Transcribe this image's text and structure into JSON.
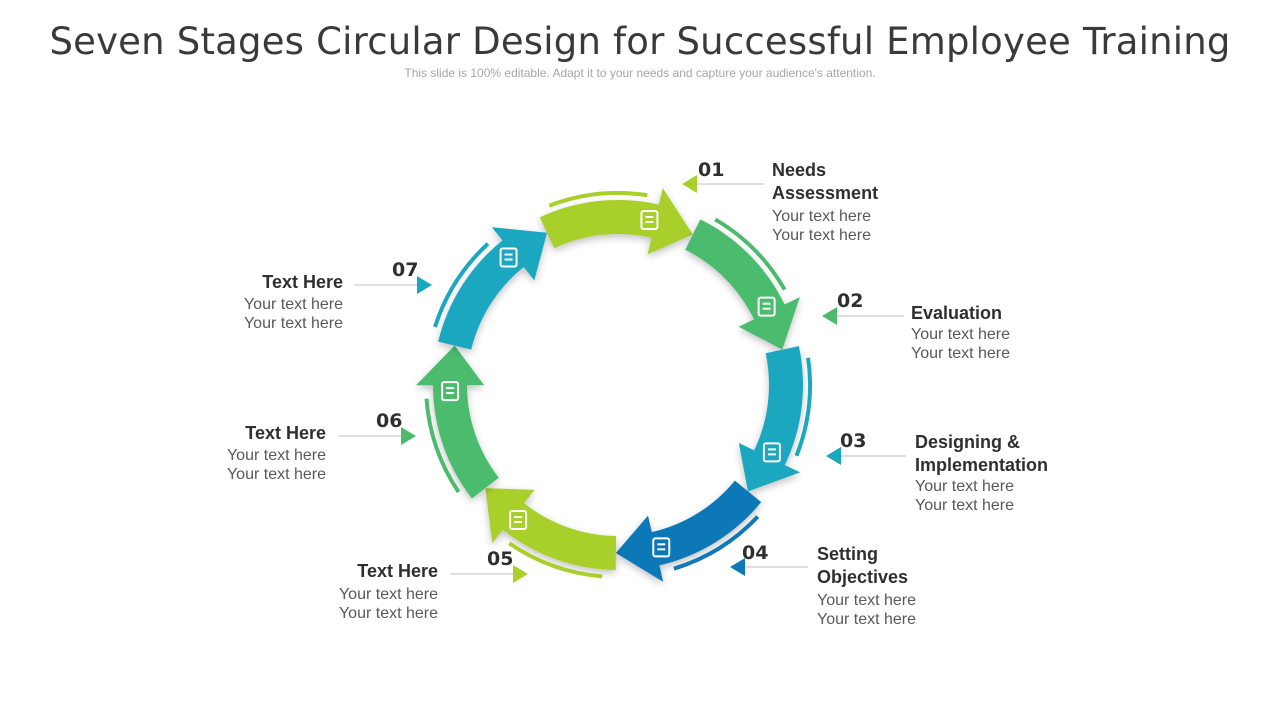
{
  "header": {
    "title": "Seven Stages Circular Design for Successful Employee Training",
    "subtitle": "This slide is 100% editable. Adapt it to your needs and capture your audience's attention."
  },
  "stages": [
    {
      "num": "01",
      "title_lines": [
        "Needs",
        "Assessment"
      ],
      "desc_lines": [
        "Your text here",
        "Your text here"
      ],
      "color": "#a8cf2a",
      "icon": "checklist-icon"
    },
    {
      "num": "02",
      "title_lines": [
        "Evaluation"
      ],
      "desc_lines": [
        "Your text here",
        "Your text here"
      ],
      "color": "#4cbb6e",
      "icon": "evaluation-report-icon"
    },
    {
      "num": "03",
      "title_lines": [
        "Designing &",
        "Implementation"
      ],
      "desc_lines": [
        "Your text here",
        "Your text here"
      ],
      "color": "#1aa7c0",
      "icon": "design-gears-icon"
    },
    {
      "num": "04",
      "title_lines": [
        "Setting",
        "Objectives"
      ],
      "desc_lines": [
        "Your text here",
        "Your text here"
      ],
      "color": "#0e78b8",
      "icon": "target-icon"
    },
    {
      "num": "05",
      "title_lines": [
        "Text Here"
      ],
      "desc_lines": [
        "Your text here",
        "Your text here"
      ],
      "color": "#a8cf2a",
      "icon": "hand-gear-icon"
    },
    {
      "num": "06",
      "title_lines": [
        "Text Here"
      ],
      "desc_lines": [
        "Your text here",
        "Your text here"
      ],
      "color": "#4cbb6e",
      "icon": "briefcase-icon"
    },
    {
      "num": "07",
      "title_lines": [
        "Text Here"
      ],
      "desc_lines": [
        "Your text here",
        "Your text here"
      ],
      "color": "#1aa7c0",
      "icon": "presentation-board-icon"
    }
  ]
}
